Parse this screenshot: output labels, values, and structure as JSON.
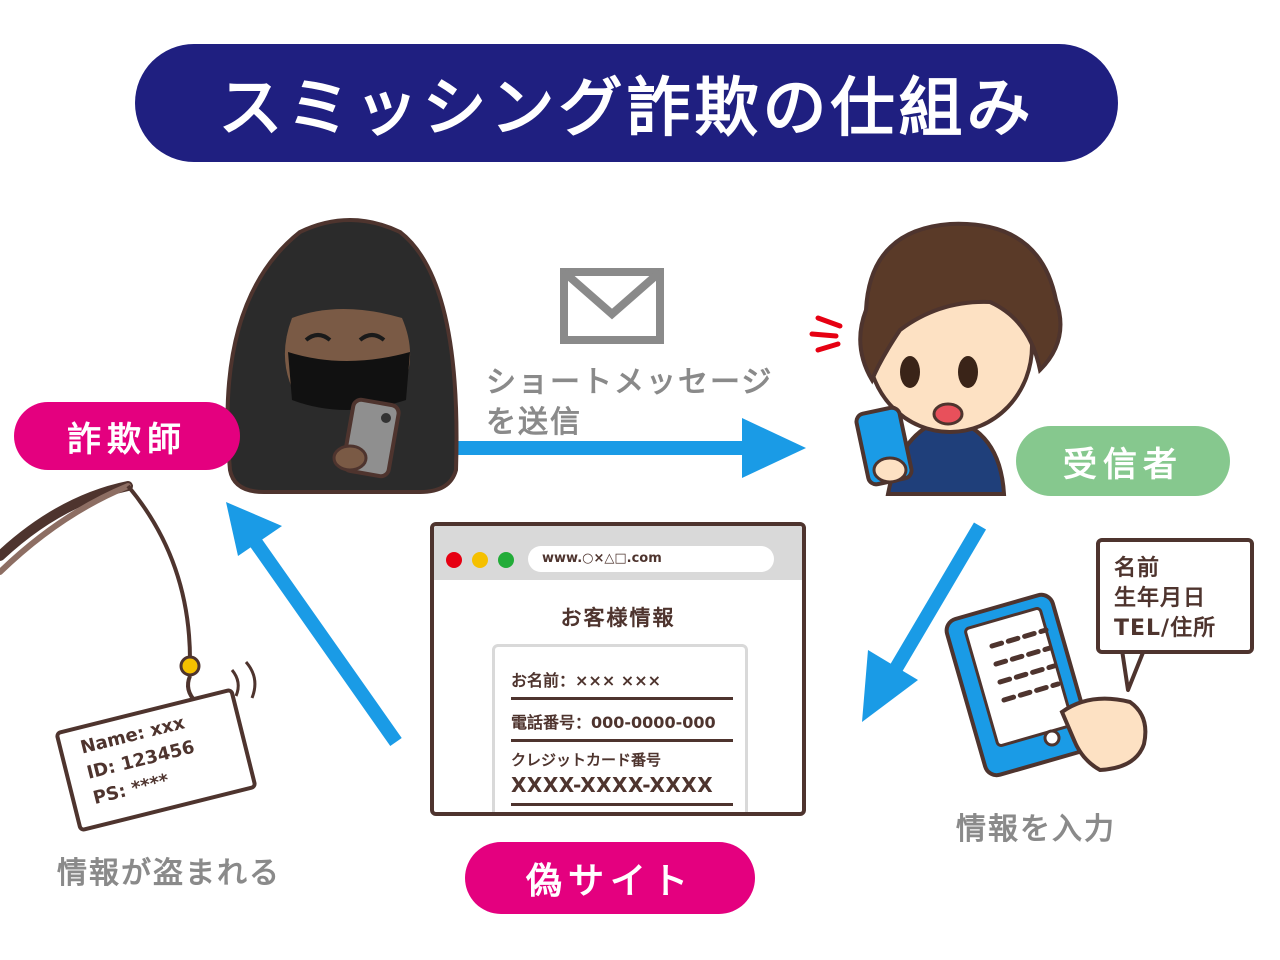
{
  "title": "スミッシング詐欺の仕組み",
  "roles": {
    "scammer": "詐欺師",
    "receiver": "受信者",
    "fake_site": "偽サイト"
  },
  "steps": {
    "sms_line1": "ショートメッセージ",
    "sms_line2": "を送信",
    "input_info": "情報を入力",
    "stolen": "情報が盗まれる"
  },
  "browser": {
    "url": "www.○×△□.com",
    "form_title": "お客様情報",
    "field_name": "お名前：××× ×××",
    "field_phone": "電話番号：000-0000-000",
    "field_card_label": "クレジットカード番号",
    "field_card_value": "XXXX-XXXX-XXXX"
  },
  "tag": {
    "line1": "Name:  xxx",
    "line2": "ID: 123456",
    "line3": "PS: ****"
  },
  "bubble": {
    "line1": "名前",
    "line2": "生年月日",
    "line3": "TEL/住所"
  },
  "colors": {
    "title_bg": "#1f1f80",
    "magenta": "#e4007f",
    "green": "#86c88e",
    "arrow_blue": "#1a9be6",
    "brown": "#4e342e",
    "gray": "#8a8a8a"
  },
  "icons": {
    "mail": "envelope-icon"
  }
}
